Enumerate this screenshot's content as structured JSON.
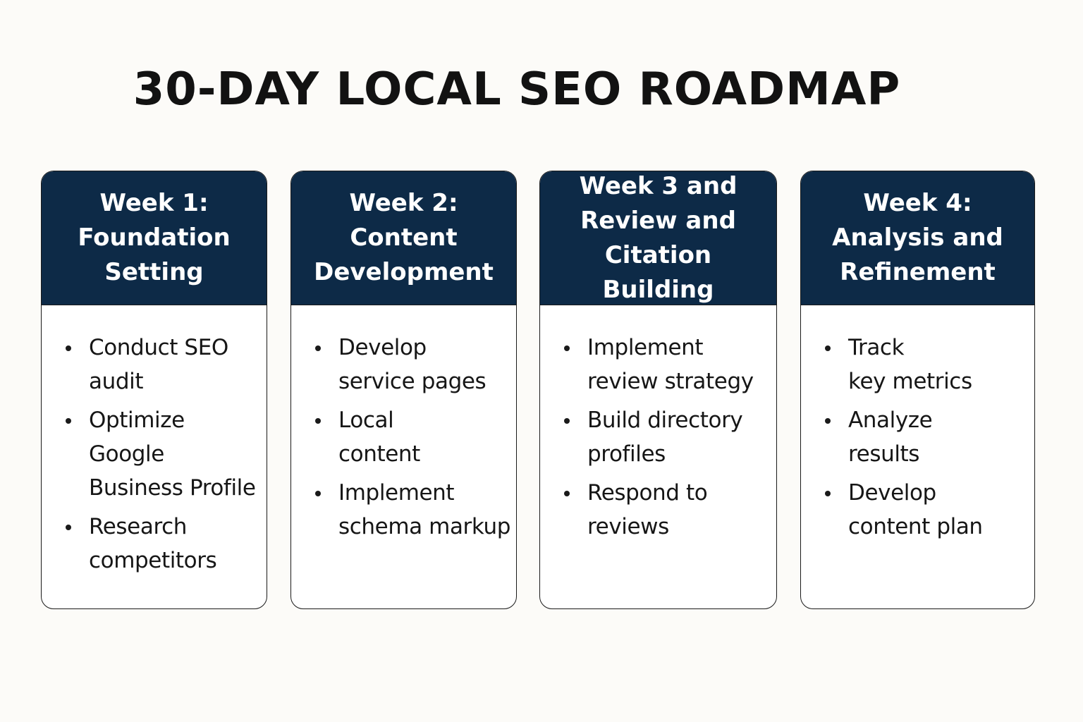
{
  "title": "30-DAY LOCAL SEO ROADMAP",
  "colors": {
    "background": "#fcfbf8",
    "header": "#0d2a47",
    "card_body": "#ffffff",
    "text": "#121212"
  },
  "weeks": [
    {
      "heading": "Week 1:\nFoundation\nSetting",
      "tasks": [
        "Conduct SEO\naudit",
        "Optimize\nGoogle\nBusiness Profile",
        "Research\ncompetitors"
      ]
    },
    {
      "heading": "Week 2:\nContent\nDevelopment",
      "tasks": [
        "Develop\nservice pages",
        "Local\ncontent",
        "Implement\nschema markup"
      ]
    },
    {
      "heading": "Week 3 and\nReview and\nCitation Building",
      "tasks": [
        "Implement\nreview strategy",
        "Build directory\nprofiles",
        "Respond to\nreviews"
      ]
    },
    {
      "heading": "Week 4:\nAnalysis and\nRefinement",
      "tasks": [
        "Track\nkey metrics",
        "Analyze\nresults",
        "Develop\ncontent plan"
      ]
    }
  ]
}
